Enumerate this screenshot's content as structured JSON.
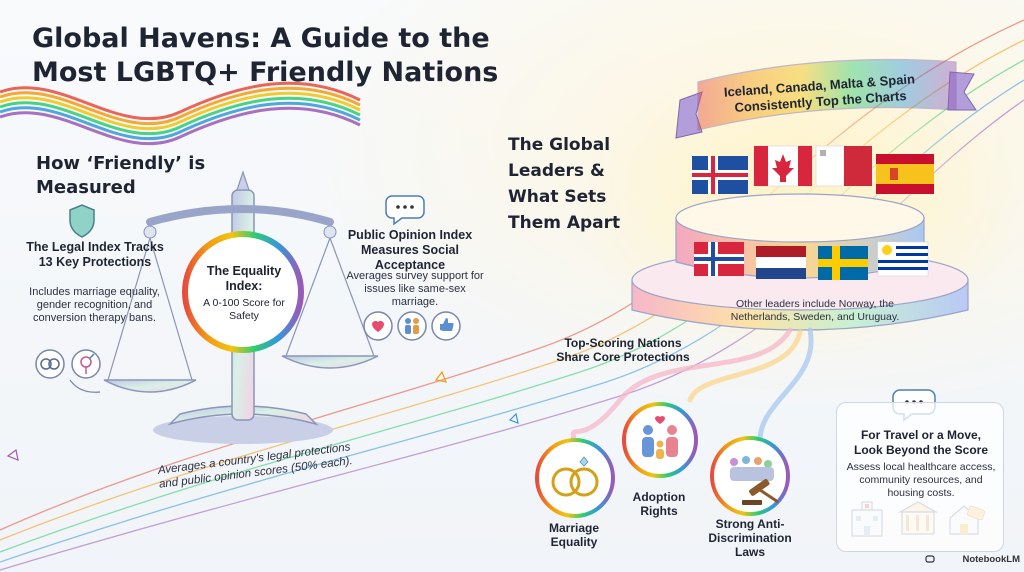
{
  "title": "Global Havens: A Guide to the Most LGBTQ+ Friendly Nations",
  "measurement": {
    "heading": "How ‘Friendly’ is Measured",
    "legal_title": "The Legal Index Tracks 13 Key Protections",
    "legal_desc": "Includes marriage equality, gender recognition, and conversion therapy bans.",
    "equality_title": "The Equality Index:",
    "equality_desc": "A 0-100 Score for Safety",
    "public_title": "Public Opinion Index Measures Social Acceptance",
    "public_desc": "Averages survey support for issues like same-sex marriage.",
    "average_note": "Averages a country's legal protections and public opinion scores (50% each)."
  },
  "leaders": {
    "heading": "The Global Leaders & What Sets Them Apart",
    "banner": "Iceland, Canada, Malta & Spain Consistently Top the Charts",
    "top_flags": [
      "iceland-flag",
      "canada-flag",
      "malta-flag",
      "spain-flag"
    ],
    "other_flags": [
      "norway-flag",
      "netherlands-flag",
      "sweden-flag",
      "uruguay-flag"
    ],
    "other_leaders": "Other leaders include Norway, the Netherlands, Sweden, and Uruguay."
  },
  "protections": {
    "heading": "Top-Scoring Nations Share Core Protections",
    "items": [
      {
        "label": "Marriage Equality",
        "icon": "rings-icon"
      },
      {
        "label": "Adoption Rights",
        "icon": "family-icon"
      },
      {
        "label": "Strong Anti-Discrimination Laws",
        "icon": "gavel-crowd-icon"
      }
    ]
  },
  "travel": {
    "title": "For Travel or a Move, Look Beyond the Score",
    "desc": "Assess local healthcare access, community resources, and housing costs."
  },
  "brand": "NotebookLM",
  "colors": {
    "rainbow": [
      "#e74c3c",
      "#f39c12",
      "#f1c40f",
      "#2ecc71",
      "#3498db",
      "#9b59b6"
    ],
    "text": "#1f2433",
    "pedestal_pink": "#f7b7c9",
    "pedestal_blue": "#a9c8f2"
  }
}
